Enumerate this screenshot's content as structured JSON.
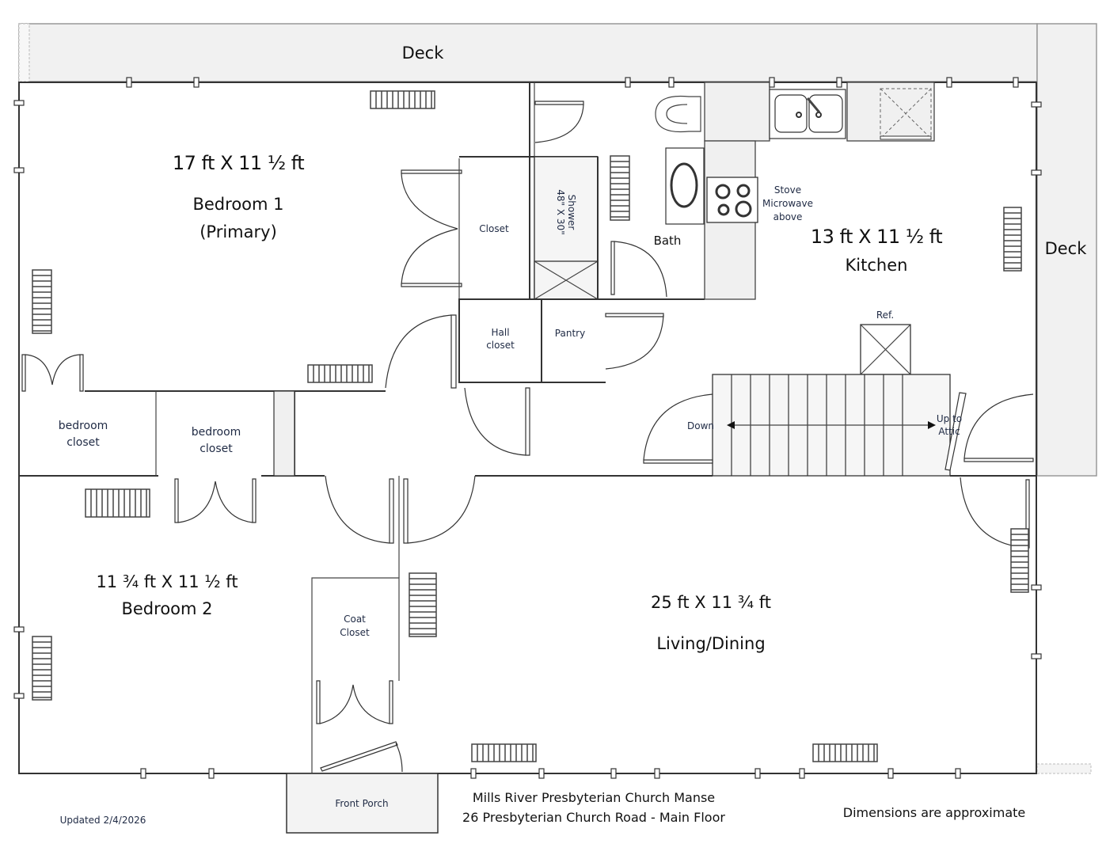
{
  "plan": {
    "title": "Mills River Presbyterian Church Manse",
    "subtitle": "26 Presbyterian Church Road - Main Floor",
    "updated": "Updated 2/4/2026",
    "disclaimer": "Dimensions are approximate"
  },
  "areas": {
    "deck_top": "Deck",
    "deck_right": "Deck",
    "front_porch": "Front Porch"
  },
  "rooms": {
    "bedroom1": {
      "size": "17 ft X 11 ½ ft",
      "name": "Bedroom 1",
      "note": "(Primary)"
    },
    "bedroom2": {
      "size": "11 ¾ ft X 11 ½ ft",
      "name": "Bedroom 2"
    },
    "kitchen": {
      "size": "13 ft X 11 ½ ft",
      "name": "Kitchen"
    },
    "living": {
      "size": "25 ft X 11 ¾ ft",
      "name": "Living/Dining"
    },
    "bath": {
      "name": "Bath"
    },
    "closet": {
      "name": "Closet"
    },
    "hall_closet": {
      "line1": "Hall",
      "line2": "closet"
    },
    "pantry": {
      "name": "Pantry"
    },
    "bedroom_closet_a": {
      "line1": "bedroom",
      "line2": "closet"
    },
    "bedroom_closet_b": {
      "line1": "bedroom",
      "line2": "closet"
    },
    "coat_closet": {
      "line1": "Coat",
      "line2": "Closet"
    }
  },
  "fixtures": {
    "shower_line1": "Shower",
    "shower_line2": "48\" X 30\"",
    "stove_line1": "Stove",
    "stove_line2": "Microwave",
    "stove_line3": "above",
    "refrigerator": "Ref.",
    "stairs_down": "Down",
    "stairs_up_line1": "Up to",
    "stairs_up_line2": "Attic"
  }
}
